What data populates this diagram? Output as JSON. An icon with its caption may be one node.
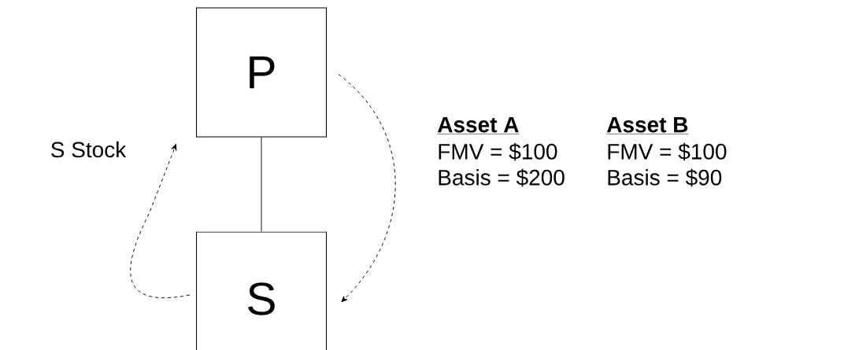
{
  "diagram": {
    "nodes": [
      {
        "text": [
          "P"
        ]
      },
      {
        "text": [
          "S"
        ]
      }
    ],
    "edges": [
      {
        "from": 0,
        "to": 1,
        "arrow": "none"
      },
      {
        "from": 0,
        "to": 1,
        "arrow": "to",
        "style": "dashed"
      },
      {
        "from": 1,
        "to": 0,
        "arrow": "to",
        "style": "dashed",
        "label": "S Stock"
      }
    ],
    "labels": [
      "Asset A",
      "FMV = $100",
      "Basis = $200",
      "Asset B",
      "FMV = $100",
      "Basis = $90"
    ]
  }
}
